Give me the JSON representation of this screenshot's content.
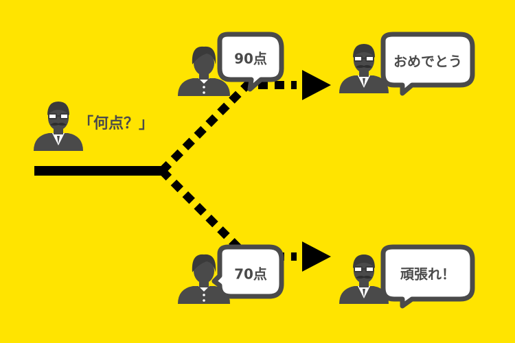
{
  "question": "「何点？」",
  "branches": [
    {
      "score": "90点",
      "reply": "おめでとう"
    },
    {
      "score": "70点",
      "reply": "頑張れ！"
    }
  ],
  "icons": {
    "teacher": "teacher-with-glasses-mustache-icon",
    "student": "student-icon"
  },
  "colors": {
    "background": "#FFE400",
    "figure": "#4a4a4a",
    "line": "#000000",
    "bubble_fill": "#ffffff",
    "bubble_border": "#4a4a4a"
  }
}
